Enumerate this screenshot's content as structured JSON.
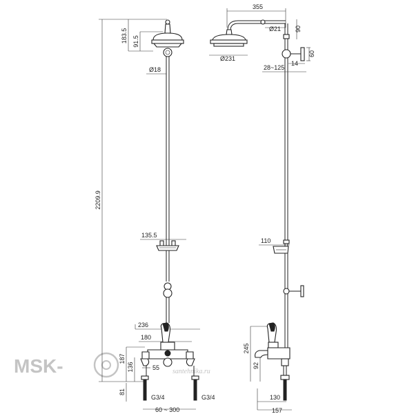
{
  "dimensions": {
    "overall_height": "2209.9",
    "head_height": "183.5",
    "head_neck": "91.5",
    "head_diameter": "Ø231",
    "riser_diameter": "Ø18",
    "arm_length": "355",
    "arm_diameter": "Ø21",
    "arm_drop": "90",
    "bracket_height": "60",
    "bracket_depth": "14",
    "wall_range": "28~125",
    "soap_front": "135.5",
    "soap_side": "110",
    "mixer_width": "236",
    "mixer_inner": "180",
    "mixer_height": "187",
    "mixer_body": "136",
    "connector": "55",
    "connector_low": "81",
    "thread_left": "G3/4",
    "thread_right": "G3/4",
    "centres": "60 ~ 300",
    "side_height": "245",
    "spout_height": "92",
    "spout_reach": "130",
    "side_depth": "157"
  },
  "watermark": {
    "brand": "MSK-",
    "domain": "santehnika.ru"
  }
}
